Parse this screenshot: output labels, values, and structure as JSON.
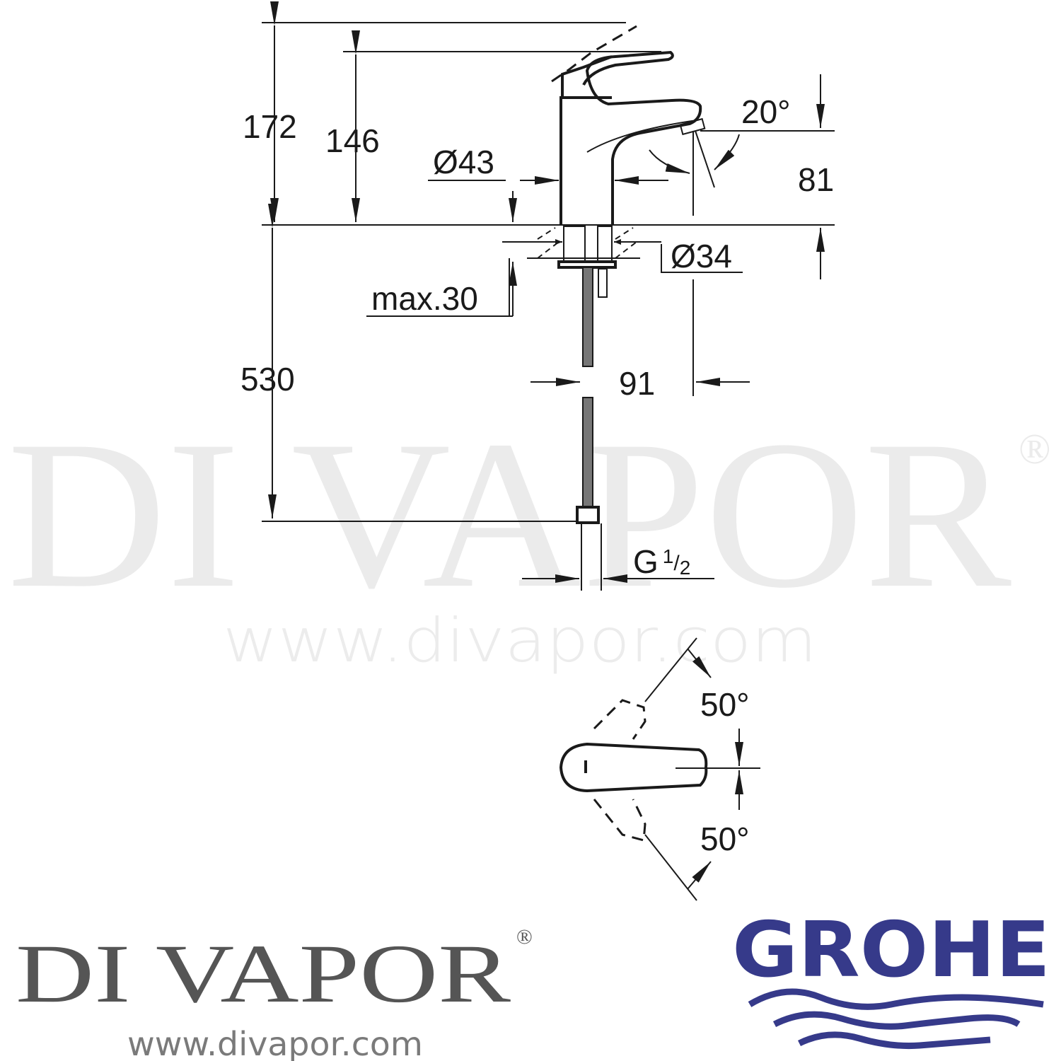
{
  "dimensions": {
    "total_height": "172",
    "spout_height": "146",
    "body_diameter": "Ø43",
    "lever_angle": "20°",
    "spout_projection_height": "81",
    "hole_diameter": "Ø34",
    "max_deck_thickness": "max.30",
    "hose_length": "530",
    "spout_reach": "91",
    "connection": "G",
    "connection_fraction_num": "1",
    "connection_fraction_den": "2",
    "rotation_left": "50°",
    "rotation_right": "50°"
  },
  "watermark": {
    "name": "DI VAPOR",
    "registered": "®",
    "url": "www.divapor.com"
  },
  "footer": {
    "brand_name": "DI VAPOR",
    "brand_registered": "®",
    "brand_url": "www.divapor.com",
    "manufacturer_logo": "GROHE",
    "manufacturer_color": "#363a8a"
  }
}
